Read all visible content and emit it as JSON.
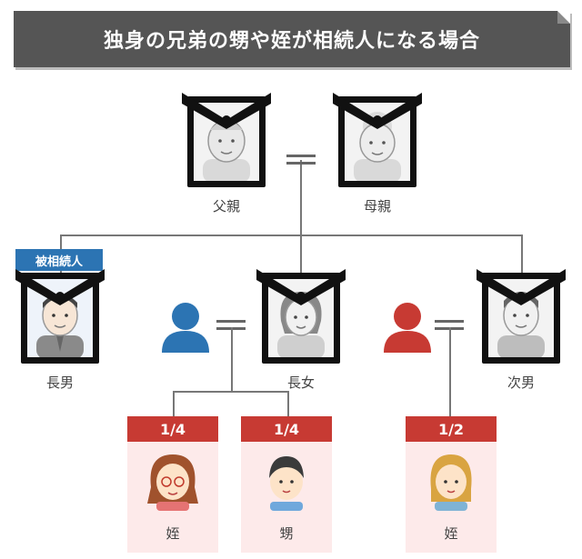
{
  "title": "独身の兄弟の甥や姪が相続人になる場合",
  "badge": "被相続人",
  "people": {
    "father": "父親",
    "mother": "母親",
    "eldest_son": "長男",
    "eldest_daughter": "長女",
    "second_son": "次男"
  },
  "heirs": [
    {
      "share": "1/4",
      "label": "姪"
    },
    {
      "share": "1/4",
      "label": "甥"
    },
    {
      "share": "1/2",
      "label": "姪"
    }
  ],
  "colors": {
    "banner": "#555555",
    "badge": "#2c74b3",
    "share": "#c73a33",
    "spouse_blue": "#2c74b3",
    "spouse_red": "#c73a33",
    "heir_bg": "#fdeaea"
  }
}
